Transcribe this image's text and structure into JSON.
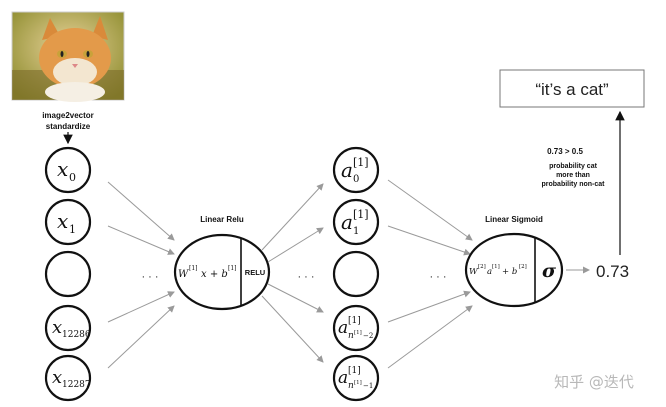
{
  "input_image": {
    "label_line1": "image2vector",
    "label_line2": "standardize"
  },
  "input_nodes": [
    {
      "var": "x",
      "sub": "0"
    },
    {
      "var": "x",
      "sub": "1"
    },
    {
      "var": "",
      "sub": ""
    },
    {
      "var": "x",
      "sub": "12286"
    },
    {
      "var": "x",
      "sub": "12287"
    }
  ],
  "layer1": {
    "title": "Linear Relu",
    "formula_w": "W",
    "formula_sup": "[1]",
    "formula_mid": "x + b",
    "formula_sup2": "[1]",
    "activation": "RELU"
  },
  "hidden_nodes": [
    {
      "var": "a",
      "sub": "0",
      "sup": "[1]"
    },
    {
      "var": "a",
      "sub": "1",
      "sup": "[1]"
    },
    {
      "var": "",
      "sub": "",
      "sup": ""
    },
    {
      "var": "a",
      "sub": "n",
      "subsup": "[1]",
      "subtail": "−2",
      "sup": "[1]"
    },
    {
      "var": "a",
      "sub": "n",
      "subsup": "[1]",
      "subtail": "−1",
      "sup": "[1]"
    }
  ],
  "layer2": {
    "title": "Linear Sigmoid",
    "formula": "W",
    "sup1": "[2]",
    "mid": "a",
    "sup2": "[1]",
    "plus": "+ b",
    "sup3": "[2]",
    "activation": "σ"
  },
  "dots": "· · ·",
  "output_value": "0.73",
  "decision": {
    "line1": "0.73 > 0.5",
    "line2": "probability cat",
    "line3": "more than",
    "line4": "probability non-cat"
  },
  "result_box": "“it’s a cat”",
  "watermark": "知乎 @迭代"
}
